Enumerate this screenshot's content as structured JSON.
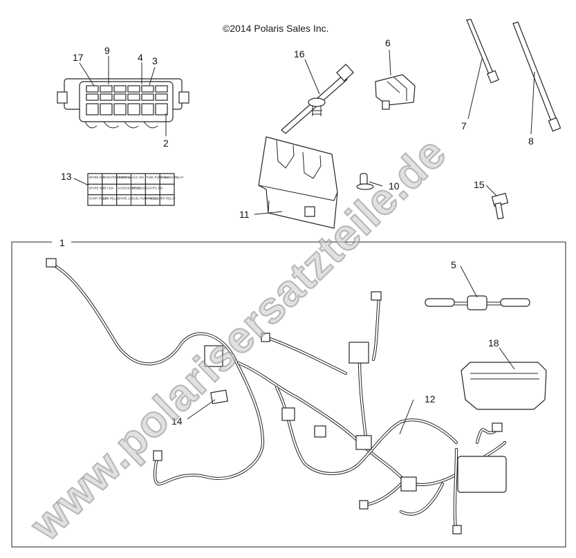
{
  "diagram": {
    "copyright": "©2014 Polaris Sales Inc.",
    "watermark": "www.polarisersatzteile.de",
    "callouts": [
      "1",
      "2",
      "3",
      "4",
      "5",
      "6",
      "7",
      "8",
      "9",
      "10",
      "11",
      "12",
      "13",
      "14",
      "15",
      "16",
      "17",
      "18"
    ],
    "fuse_label": {
      "row1": [
        "SPARE 20A",
        "RADIATOR FAN 20A",
        "INSTR 10A",
        "ACC 10A",
        "FUEL PUMP 20A",
        "CHASSIS RELAY"
      ],
      "row2": [
        "SPARE 40A",
        "EFI 20A",
        "ACCESSORY 10A",
        "DRIVE 20A",
        "LIGHTS 20A",
        ""
      ],
      "row3": [
        "START RELAY",
        "EPS RELAY",
        "SPARE 10A",
        "FUEL PUMP RELAY",
        "FAN RELAY",
        "EFI RELAY"
      ]
    }
  }
}
